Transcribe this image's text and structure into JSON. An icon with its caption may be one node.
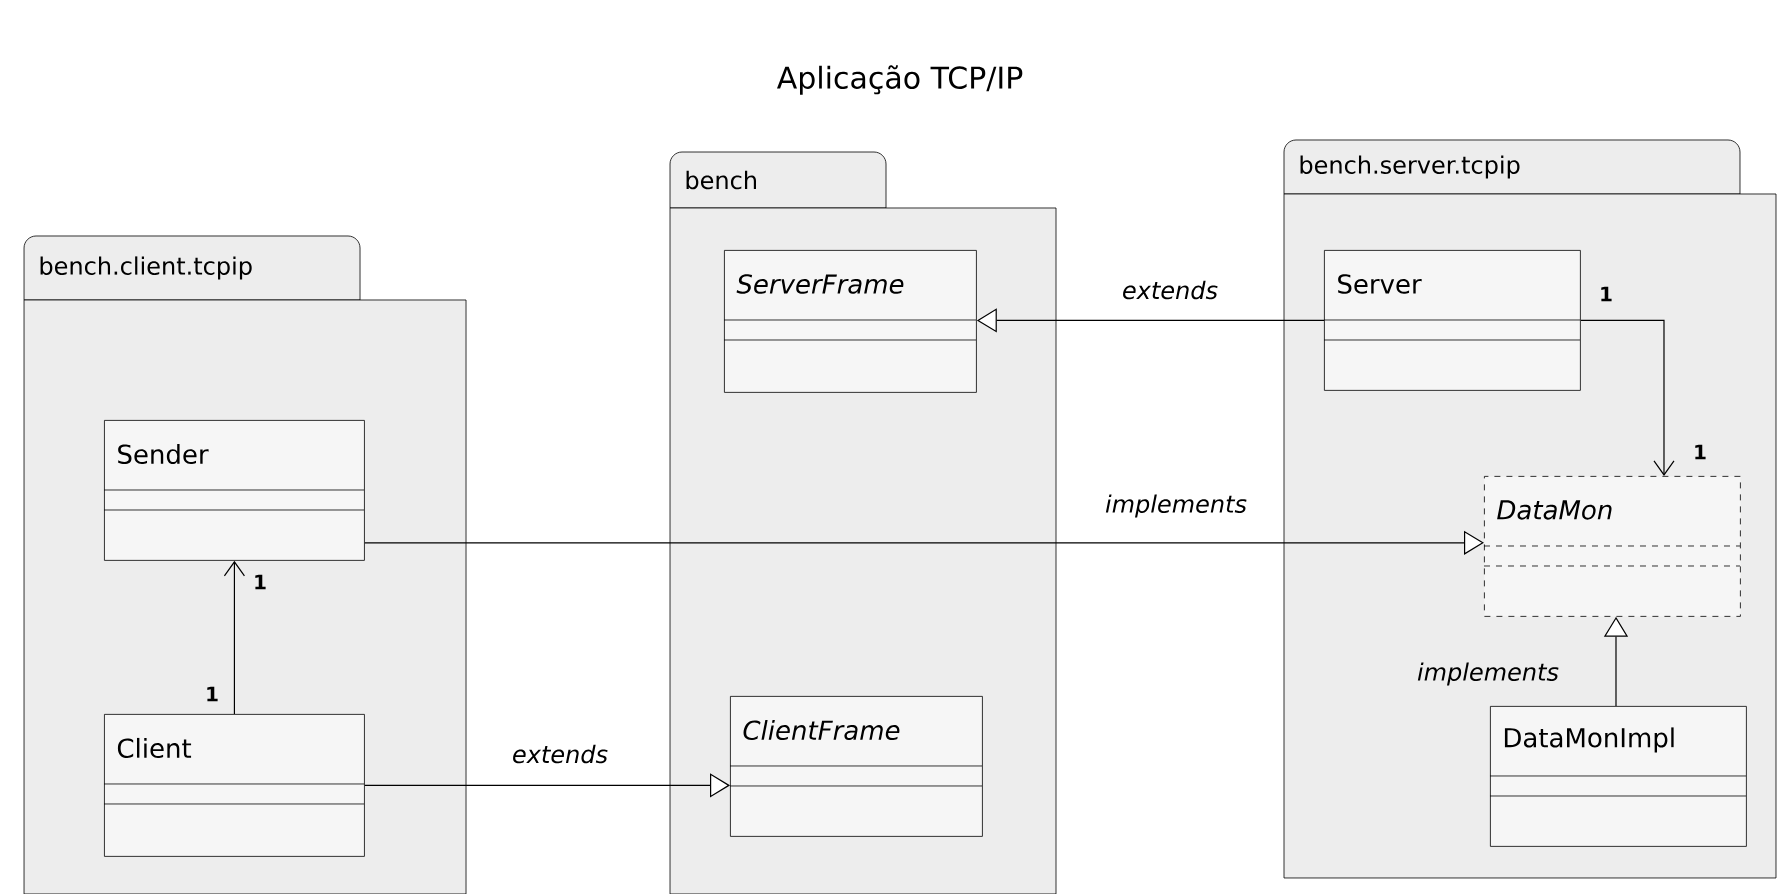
{
  "diagram": {
    "title": "Aplicação TCP/IP",
    "nodes": [
      {
        "text": [
          "bench.client.tcpip"
        ]
      },
      {
        "text": [
          "Sender"
        ],
        "in": 0
      },
      {
        "text": [
          "Client"
        ],
        "in": 0
      },
      {
        "text": [
          "bench"
        ]
      },
      {
        "text": [
          "ServerFrame"
        ],
        "in": 3
      },
      {
        "text": [
          "ClientFrame"
        ],
        "in": 3
      },
      {
        "text": [
          "bench.server.tcpip"
        ]
      },
      {
        "text": [
          "Server"
        ],
        "in": 6
      },
      {
        "text": [
          "DataMon"
        ],
        "in": 6
      },
      {
        "text": [
          "DataMonImpl"
        ],
        "in": 6
      }
    ],
    "edges": [
      {
        "from": 2,
        "to": 1,
        "arrow": "to"
      },
      {
        "from": 2,
        "to": 5,
        "arrow": "to",
        "label": "extends"
      },
      {
        "from": 7,
        "to": 4,
        "arrow": "to",
        "label": "extends"
      },
      {
        "from": 1,
        "to": 8,
        "arrow": "to",
        "label": "implements"
      },
      {
        "from": 7,
        "to": 8,
        "arrow": "to"
      },
      {
        "from": 9,
        "to": 8,
        "arrow": "to",
        "label": "implements"
      }
    ],
    "labels": [
      "1",
      "1",
      "1",
      "1"
    ]
  }
}
